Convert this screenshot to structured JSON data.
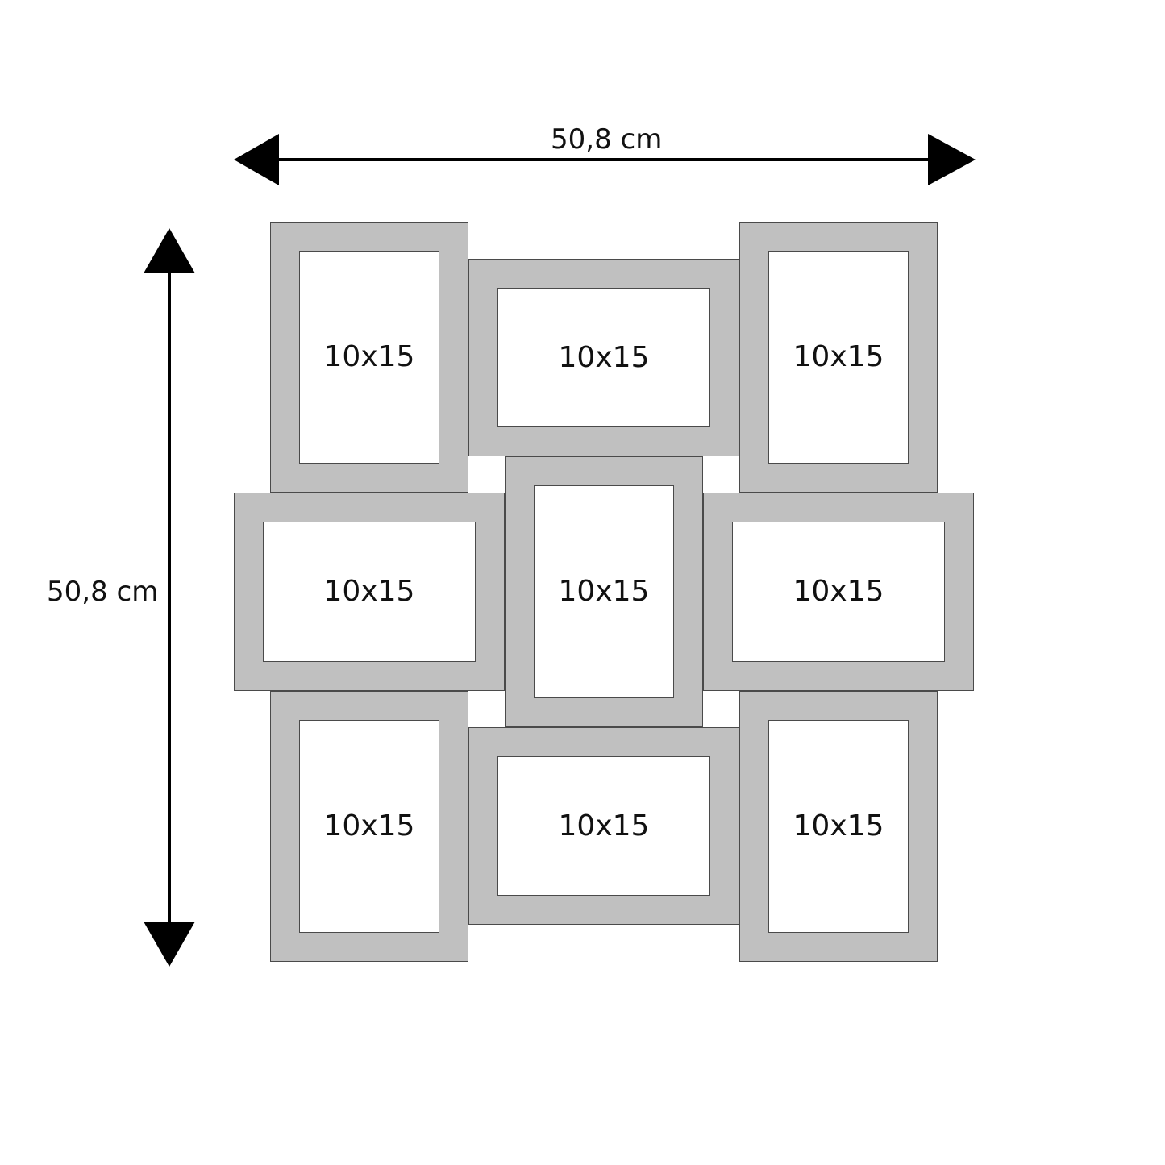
{
  "dimensions": {
    "width_label": "50,8 cm",
    "height_label": "50,8 cm"
  },
  "frames": [
    {
      "label": "10x15",
      "orientation": "portrait"
    },
    {
      "label": "10x15",
      "orientation": "landscape"
    },
    {
      "label": "10x15",
      "orientation": "portrait"
    },
    {
      "label": "10x15",
      "orientation": "landscape"
    },
    {
      "label": "10x15",
      "orientation": "portrait"
    },
    {
      "label": "10x15",
      "orientation": "landscape"
    },
    {
      "label": "10x15",
      "orientation": "portrait"
    },
    {
      "label": "10x15",
      "orientation": "landscape"
    },
    {
      "label": "10x15",
      "orientation": "portrait"
    }
  ],
  "colors": {
    "frame": "#c0c0c0",
    "opening": "#ffffff",
    "outline": "#4a4a4a",
    "arrow": "#000000"
  }
}
